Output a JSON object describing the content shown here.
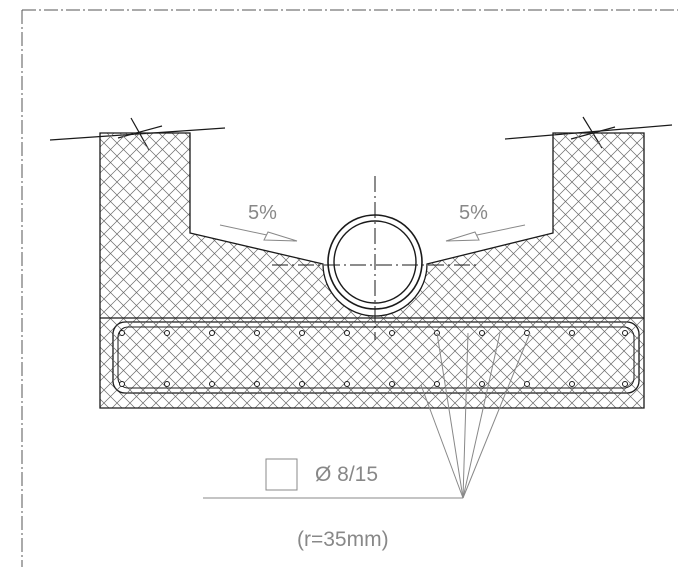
{
  "drawing": {
    "slope_left": "5%",
    "slope_right": "5%",
    "rebar_spec": "Ø 8/15",
    "bend_radius": "(r=35mm)"
  },
  "colors": {
    "line": "#1a1a1a",
    "hatch": "#6a6a6a",
    "annotation": "#888888",
    "border": "#555555"
  }
}
